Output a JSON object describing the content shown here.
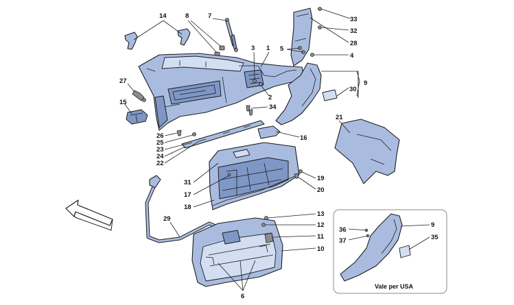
{
  "inset": {
    "caption": "Vale per USA"
  },
  "callouts": {
    "c1": "1",
    "c2": "2",
    "c3": "3",
    "c4": "4",
    "c5": "5",
    "c6": "6",
    "c7": "7",
    "c8": "8",
    "c9": "9",
    "c9b": "9",
    "c10": "10",
    "c11": "11",
    "c12": "12",
    "c13": "13",
    "c14": "14",
    "c15": "15",
    "c16": "16",
    "c17": "17",
    "c18": "18",
    "c19": "19",
    "c20": "20",
    "c21": "21",
    "c22": "22",
    "c23": "23",
    "c24": "24",
    "c25": "25",
    "c26": "26",
    "c27": "27",
    "c28": "28",
    "c29": "29",
    "c30": "30",
    "c31": "31",
    "c32": "32",
    "c33": "33",
    "c34": "34",
    "c35": "35",
    "c36": "36",
    "c37": "37"
  }
}
